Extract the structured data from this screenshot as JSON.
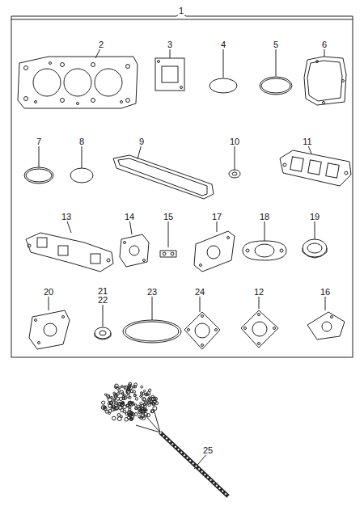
{
  "diagram": {
    "labels": [
      "1",
      "2",
      "3",
      "4",
      "5",
      "6",
      "7",
      "8",
      "9",
      "10",
      "11",
      "13",
      "14",
      "15",
      "17",
      "18",
      "19",
      "20",
      "21",
      "22",
      "23",
      "24",
      "12",
      "16",
      "25"
    ]
  }
}
